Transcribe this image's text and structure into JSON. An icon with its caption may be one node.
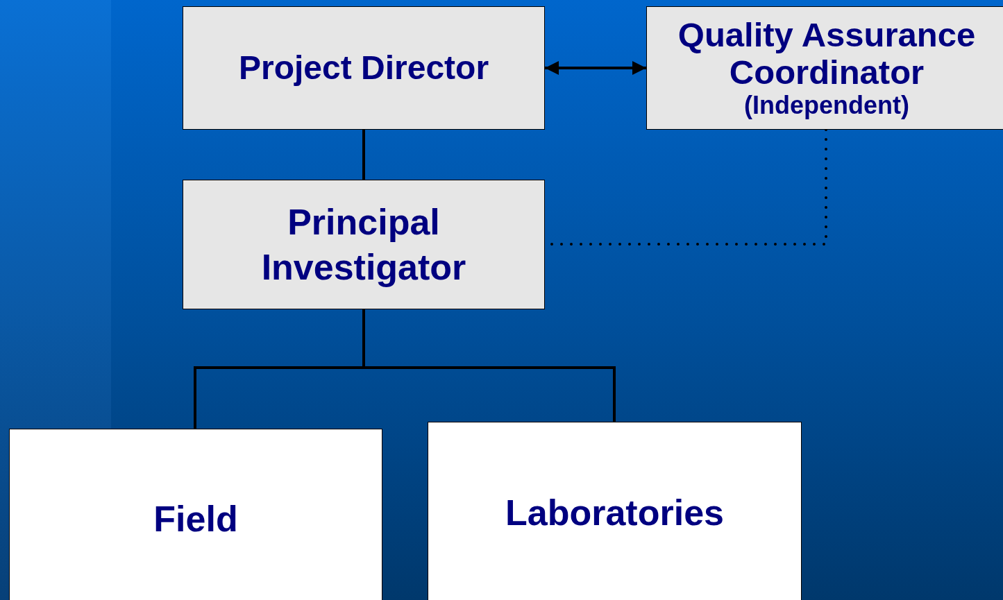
{
  "diagram": {
    "nodes": [
      {
        "text": [
          "Project Director"
        ]
      },
      {
        "text": [
          "Quality Assurance Coordinator",
          "(Independent)"
        ]
      },
      {
        "text": [
          "Principal Investigator"
        ]
      },
      {
        "text": [
          "Field"
        ]
      },
      {
        "text": [
          "Laboratories"
        ]
      }
    ],
    "edges": [
      {
        "from": 0,
        "to": 1,
        "arrow": "both"
      },
      {
        "from": 0,
        "to": 2,
        "arrow": "none"
      },
      {
        "from": 1,
        "to": 2,
        "arrow": "none",
        "style": "dashed"
      },
      {
        "from": 2,
        "to": 3,
        "arrow": "none"
      },
      {
        "from": 2,
        "to": 4,
        "arrow": "none"
      }
    ]
  }
}
